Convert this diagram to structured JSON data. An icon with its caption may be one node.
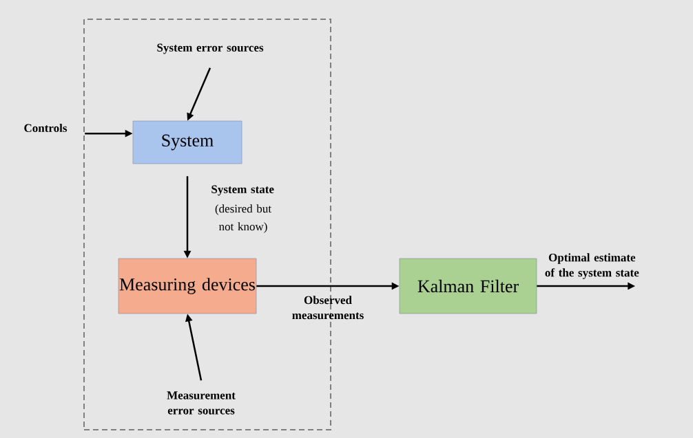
{
  "diagram": {
    "nodes": [
      {
        "text": [],
        "shape": "box"
      },
      {
        "text": [
          "System error sources"
        ],
        "in": 0
      },
      {
        "text": [
          "Controls"
        ]
      },
      {
        "text": [
          "System"
        ],
        "in": 0
      },
      {
        "text": [
          "Measuring devices"
        ],
        "in": 0
      },
      {
        "text": [
          "Measurement error sources"
        ],
        "in": 0
      },
      {
        "text": [
          "Kalman Filter"
        ]
      }
    ],
    "edges": [
      {
        "from": 1,
        "to": 3,
        "arrow": "to"
      },
      {
        "from": 2,
        "to": 3,
        "arrow": "to"
      },
      {
        "from": 3,
        "to": 4,
        "arrow": "to",
        "label": "System state"
      },
      {
        "from": 5,
        "to": 4,
        "arrow": "to"
      },
      {
        "from": 4,
        "to": 6,
        "arrow": "to",
        "label": "Observed measurements"
      },
      {
        "from": 6,
        "to": null,
        "arrow": "to",
        "label": "Optimal estimate of the system state"
      }
    ],
    "labels": [
      "(desired but not know)"
    ]
  }
}
